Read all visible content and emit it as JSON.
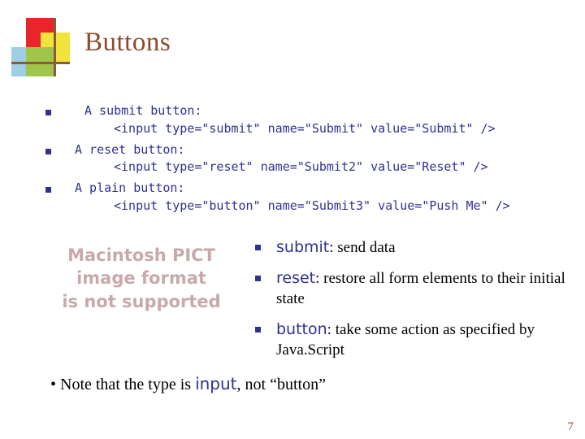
{
  "slide": {
    "title": "Buttons",
    "page_number": "7",
    "code_items": [
      {
        "label": "A submit button:",
        "code": "<input type=\"submit\" name=\"Submit\" value=\"Submit\" />"
      },
      {
        "label": "A reset button:",
        "code": "<input type=\"reset\" name=\"Submit2\" value=\"Reset\" />"
      },
      {
        "label": "A plain button:",
        "code": "<input type=\"button\" name=\"Submit3\" value=\"Push Me\" />"
      }
    ],
    "pict_placeholder": [
      "Macintosh PICT",
      "image format",
      "is not supported"
    ],
    "descriptions": [
      {
        "keyword": "submit",
        "text": ": send data"
      },
      {
        "keyword": "reset",
        "text": ": restore all form elements to their initial state"
      },
      {
        "keyword": "button",
        "text": ": take some action as specified by Java.Script"
      }
    ],
    "note": {
      "prefix": "• Note that the type is ",
      "keyword": "input",
      "suffix": ", not “button”"
    }
  }
}
